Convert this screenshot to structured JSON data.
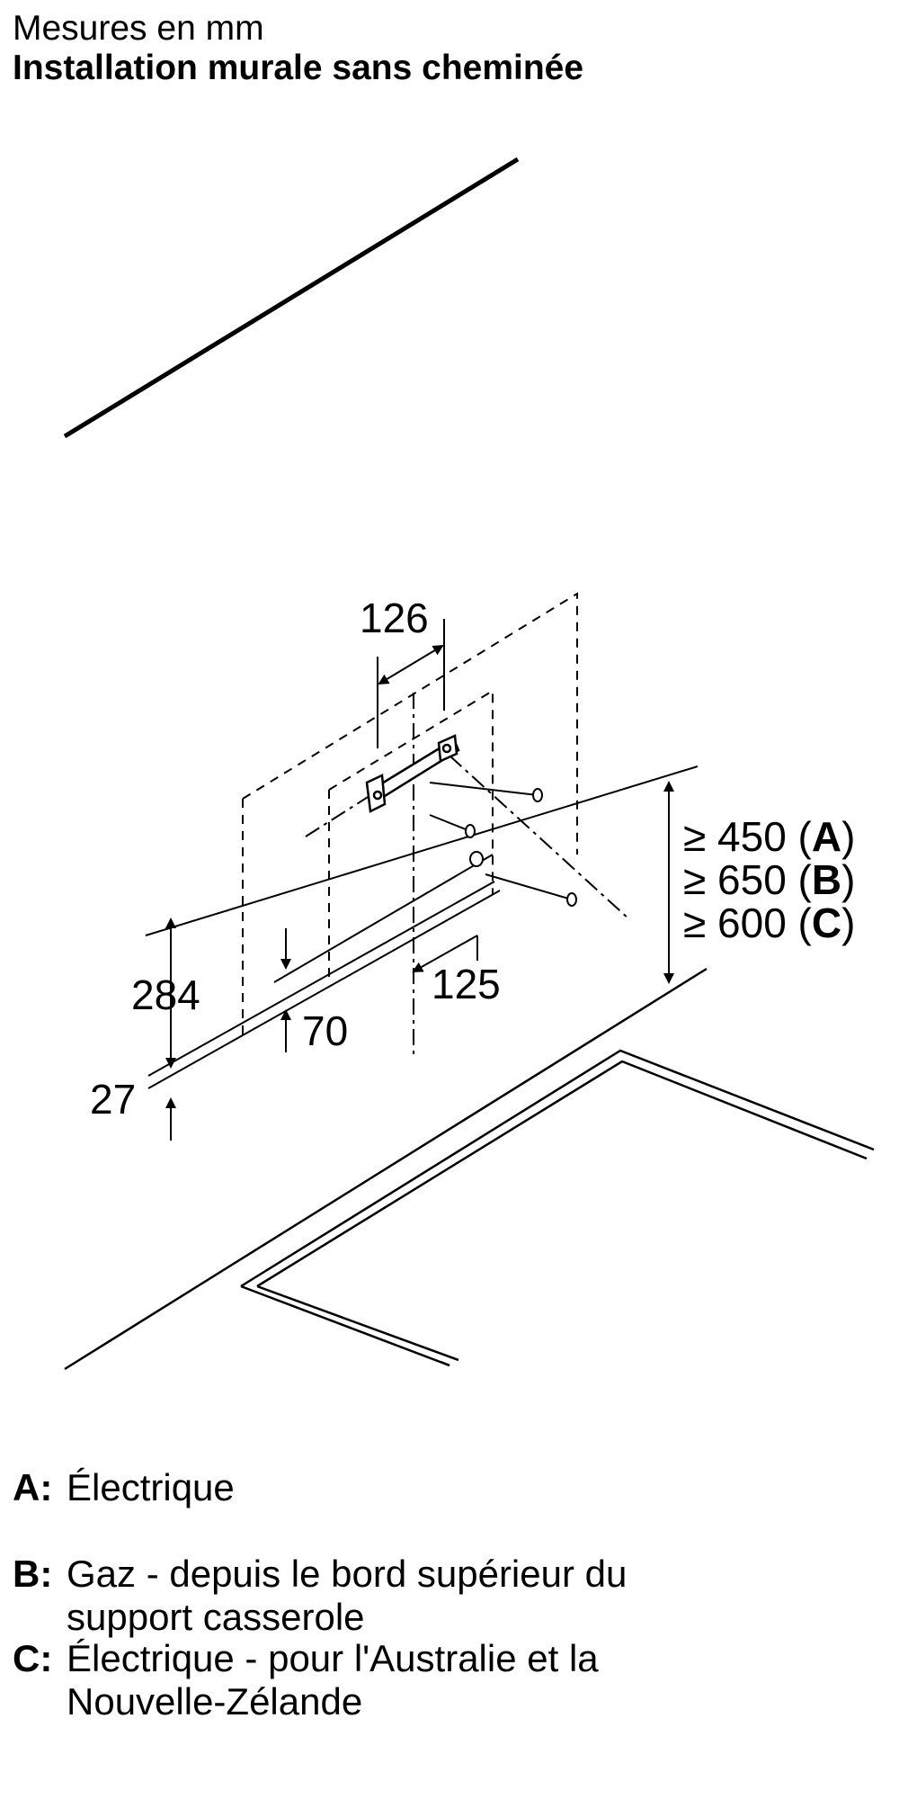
{
  "header": {
    "subtitle": "Mesures en mm",
    "title": "Installation murale sans cheminée"
  },
  "dimensions": {
    "bracket_width": "126",
    "offset_center": "125",
    "height_284": "284",
    "height_70": "70",
    "height_27": "27",
    "clearance": [
      {
        "prefix": "≥ 450 (",
        "key": "A",
        "suffix": ")"
      },
      {
        "prefix": "≥ 650 (",
        "key": "B",
        "suffix": ")"
      },
      {
        "prefix": "≥ 600 (",
        "key": "C",
        "suffix": ")"
      }
    ]
  },
  "legend": [
    {
      "key": "A:",
      "text": "Électrique"
    },
    {
      "key": "B:",
      "text": "Gaz - depuis le bord supérieur du support casserole"
    },
    {
      "key": "C:",
      "text": "Électrique - pour l'Australie et la Nouvelle-Zélande"
    }
  ]
}
